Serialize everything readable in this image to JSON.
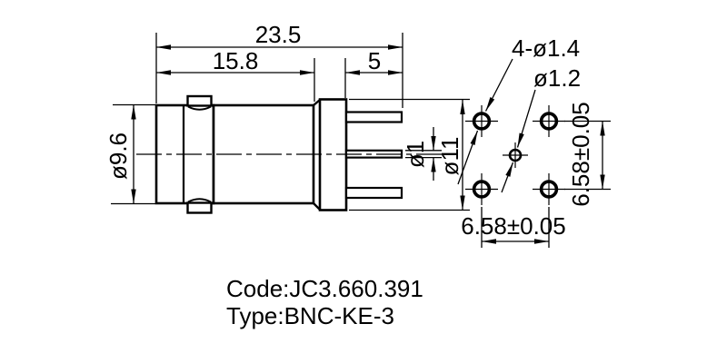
{
  "drawing": {
    "side_view": {
      "dim_total_length": "23.5",
      "dim_body_length": "15.8",
      "dim_pin_length": "5",
      "dim_body_diameter": "ø9.6",
      "dim_pin_diameter": "ø1",
      "dim_flange_diameter": "ø11"
    },
    "footprint": {
      "corner_holes_label": "4-ø1.4",
      "center_hole_label": "ø1.2",
      "pitch_horizontal": "6.58±0.05",
      "pitch_vertical": "6.58±0.05"
    },
    "title_block": {
      "code": "Code:JC3.660.391",
      "type": "Type:BNC-KE-3"
    },
    "colors": {
      "line": "#000000",
      "background": "#ffffff"
    }
  }
}
